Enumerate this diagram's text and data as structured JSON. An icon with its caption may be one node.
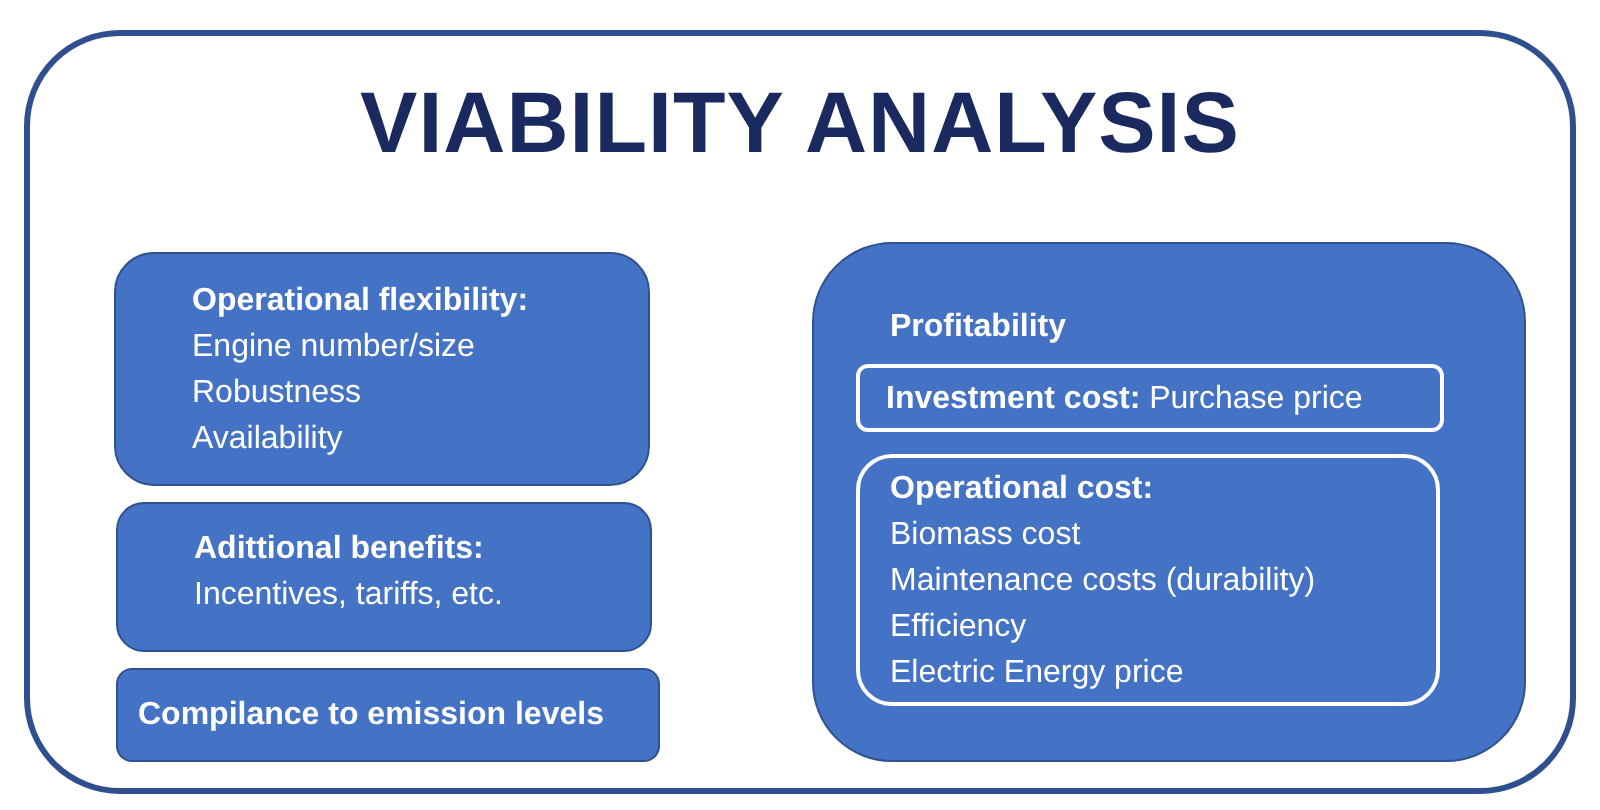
{
  "diagram": {
    "nodes": [
      {
        "text": [
          "VIABILITY ANALYSIS"
        ]
      },
      {
        "text": [
          "Operational flexibility:",
          "Engine number/size",
          "Robustness",
          "Availability"
        ],
        "in": 0
      },
      {
        "text": [
          "Adittional benefits:",
          "Incentives, tariffs, etc."
        ],
        "in": 0
      },
      {
        "text": [
          "Compilance to emission levels"
        ],
        "in": 0
      },
      {
        "text": [
          "Profitability"
        ],
        "in": 0
      },
      {
        "text": [
          "**Investment cost:** Purchase price"
        ],
        "in": 4
      },
      {
        "text": [
          "Operational cost:",
          "Biomass cost",
          "Maintenance costs (durability)",
          "Efficiency",
          "Electric Energy price"
        ],
        "in": 4
      }
    ]
  }
}
